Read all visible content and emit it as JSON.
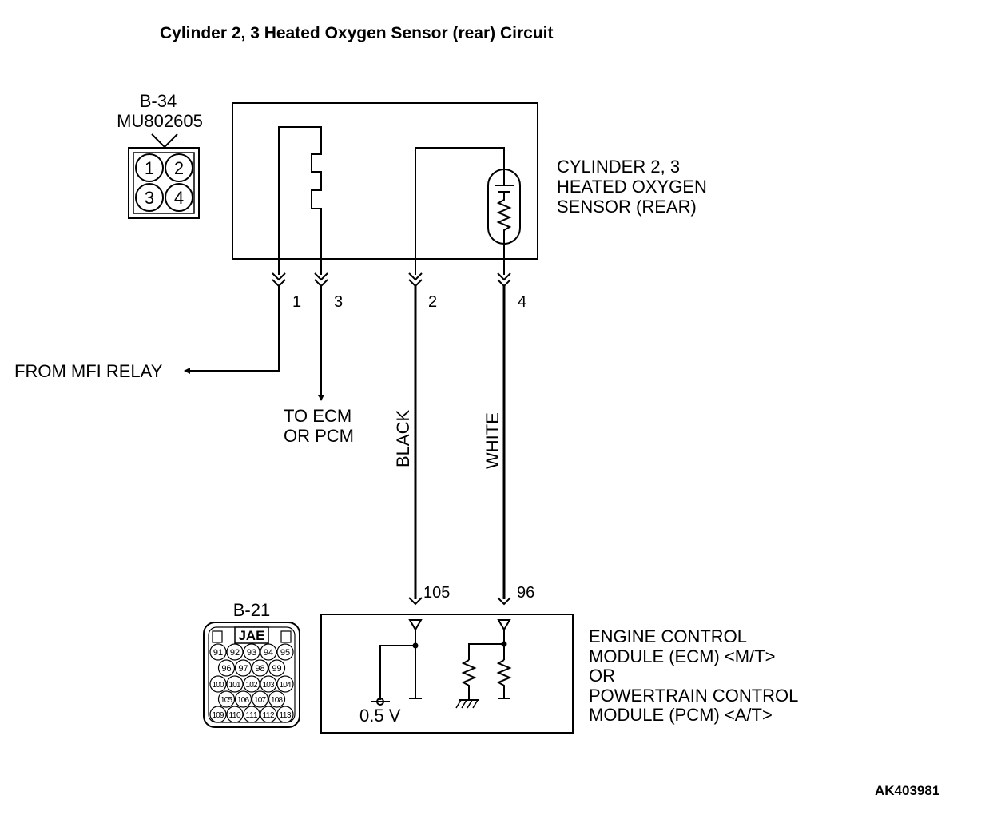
{
  "title": "Cylinder 2, 3 Heated Oxygen Sensor (rear) Circuit",
  "connector_b34": {
    "id": "B-34",
    "part_number": "MU802605",
    "pins": [
      "1",
      "2",
      "3",
      "4"
    ]
  },
  "sensor": {
    "line1": "CYLINDER 2, 3",
    "line2": "HEATED OXYGEN",
    "line3": "SENSOR (REAR)"
  },
  "sensor_pins": [
    "1",
    "3",
    "2",
    "4"
  ],
  "from_relay": "FROM MFI RELAY",
  "to_ecm": {
    "line1": "TO ECM",
    "line2": "OR PCM"
  },
  "wires": {
    "black": "BLACK",
    "white": "WHITE"
  },
  "ecm_pins": {
    "black": "105",
    "white": "96"
  },
  "ecm": {
    "line1": "ENGINE CONTROL",
    "line2": "MODULE (ECM) <M/T>",
    "line3": "OR",
    "line4": "POWERTRAIN CONTROL",
    "line5": "MODULE (PCM) <A/T>"
  },
  "voltage": "0.5 V",
  "connector_b21": {
    "id": "B-21",
    "brand": "JAE",
    "row1": [
      "91",
      "92",
      "93",
      "94",
      "95"
    ],
    "row2": [
      "96",
      "97",
      "98",
      "99"
    ],
    "row3": [
      "100",
      "101",
      "102",
      "103",
      "104"
    ],
    "row4": [
      "105",
      "106",
      "107",
      "108"
    ],
    "row5": [
      "109",
      "110",
      "111",
      "112",
      "113"
    ]
  },
  "figure_code": "AK403981"
}
